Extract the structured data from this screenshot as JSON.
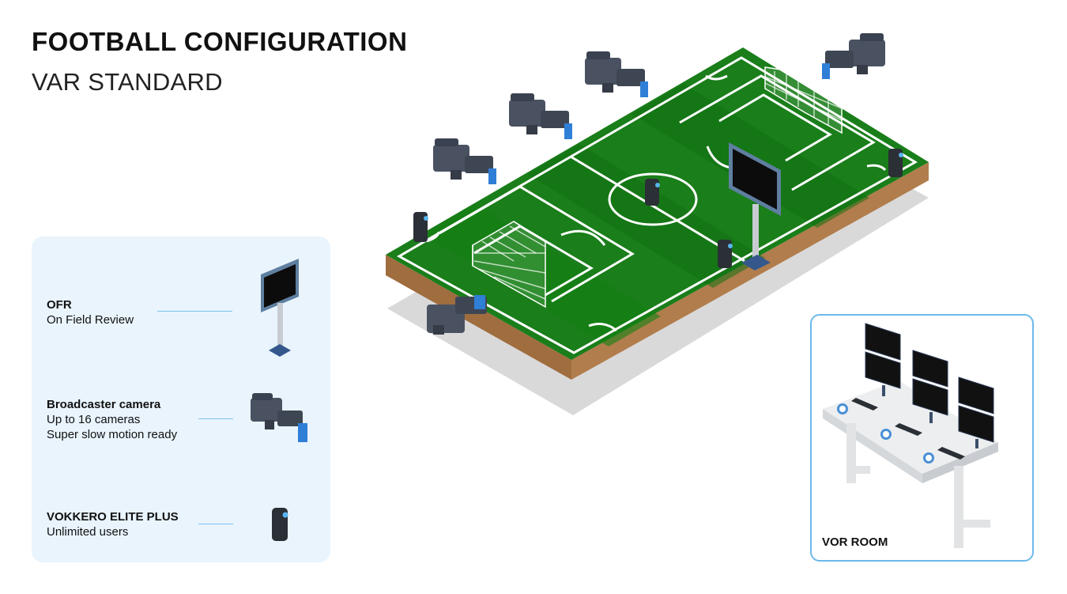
{
  "header": {
    "title": "FOOTBALL CONFIGURATION",
    "subtitle": "VAR STANDARD"
  },
  "legend": {
    "items": [
      {
        "name": "OFR",
        "description": [
          "On Field Review"
        ],
        "icon": "ofr-monitor-icon"
      },
      {
        "name": "Broadcaster camera",
        "description": [
          "Up to 16 cameras",
          "Super slow motion ready"
        ],
        "icon": "broadcast-camera-icon"
      },
      {
        "name": "VOKKERO ELITE PLUS",
        "description": [
          "Unlimited users"
        ],
        "icon": "vokkero-device-icon"
      }
    ]
  },
  "vor_room": {
    "label": "VOR ROOM"
  },
  "colors": {
    "pitch_light": "#1f8a1f",
    "pitch_dark": "#137013",
    "pitch_side": "#0e5a12",
    "soil": "#a87545",
    "shadow": "#d7d7d7",
    "panel_bg": "#e9f4fd",
    "accent_line": "#7cc4ee",
    "camera_body": "#3e4654",
    "lens": "#2f7fd6"
  }
}
